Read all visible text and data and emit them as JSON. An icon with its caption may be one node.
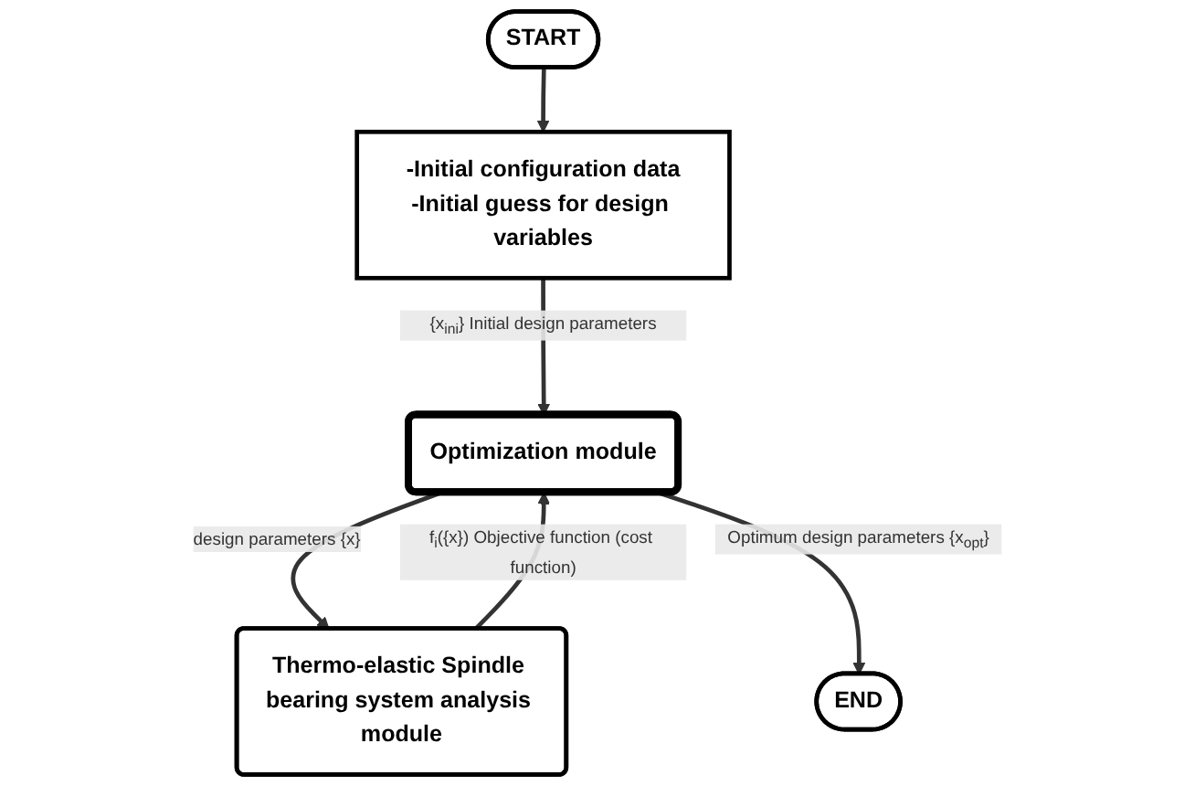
{
  "diagram": {
    "nodes": [
      {
        "text": [
          "START"
        ]
      },
      {
        "text": [
          "-Initial configuration data",
          "-Initial guess for design variables"
        ]
      },
      {
        "text": [
          "Optimization module"
        ]
      },
      {
        "text": [
          "Thermo-elastic Spindle bearing system analysis module"
        ]
      },
      {
        "text": [
          "END"
        ]
      }
    ],
    "edges": [
      {
        "from": 0,
        "to": 1,
        "arrow": "to"
      },
      {
        "from": 1,
        "to": 2,
        "arrow": "to",
        "label": "{x$_{ini}$} Initial design parameters"
      },
      {
        "from": 2,
        "to": 3,
        "arrow": "to",
        "label": "design parameters {x}"
      },
      {
        "from": 3,
        "to": 2,
        "arrow": "to",
        "label": "f$_{i}$({x}) Objective function (cost function)"
      },
      {
        "from": 2,
        "to": 4,
        "arrow": "to",
        "label": "Optimum design parameters {x$_{opt}$}"
      }
    ]
  }
}
